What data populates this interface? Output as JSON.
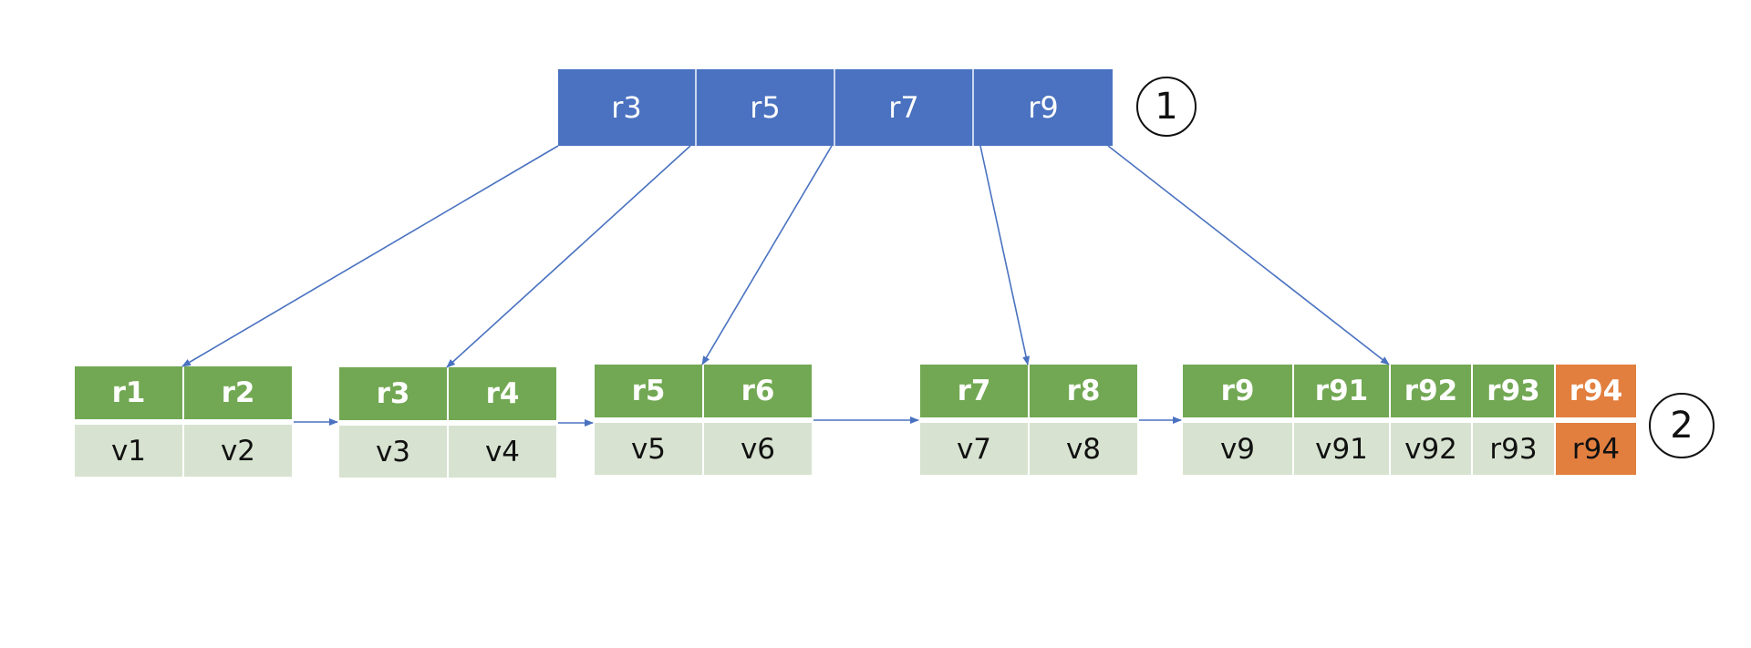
{
  "root_node": {
    "keys": [
      "r3",
      "r5",
      "r7",
      "r9"
    ],
    "marker": "1",
    "color": "#4a72c0"
  },
  "leaf_nodes": [
    {
      "keys": [
        "r1",
        "r2"
      ],
      "values": [
        "v1",
        "v2"
      ]
    },
    {
      "keys": [
        "r3",
        "r4"
      ],
      "values": [
        "v3",
        "v4"
      ]
    },
    {
      "keys": [
        "r5",
        "r6"
      ],
      "values": [
        "v5",
        "v6"
      ]
    },
    {
      "keys": [
        "r7",
        "r8"
      ],
      "values": [
        "v7",
        "v8"
      ]
    },
    {
      "keys": [
        "r9",
        "r91",
        "r92",
        "r93",
        "r94"
      ],
      "values": [
        "v9",
        "v91",
        "v92",
        "r93",
        "r94"
      ],
      "highlight_index": 4
    }
  ],
  "leaf_marker": "2",
  "colors": {
    "root": "#4a72c0",
    "leaf_key": "#72a853",
    "leaf_value": "#d7e3d0",
    "highlight": "#e27f3f",
    "arrow": "#4a72c0"
  }
}
